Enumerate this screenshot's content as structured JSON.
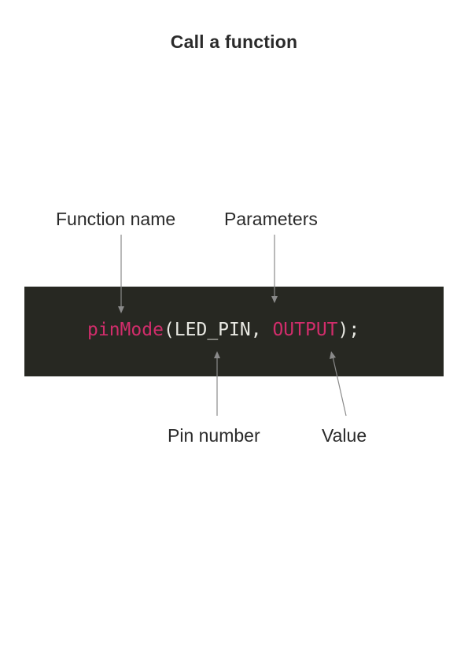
{
  "title": "Call a function",
  "labels": {
    "function_name": "Function name",
    "parameters": "Parameters",
    "pin_number": "Pin number",
    "value": "Value"
  },
  "code": {
    "function": "pinMode",
    "open_paren": "(",
    "arg1": "LED_PIN",
    "separator": ", ",
    "arg2": "OUTPUT",
    "close": ");"
  },
  "colors": {
    "code_background": "#272822",
    "highlight": "#d12d6b",
    "code_text": "#e8e8e2",
    "arrow": "#8a8a8a"
  }
}
